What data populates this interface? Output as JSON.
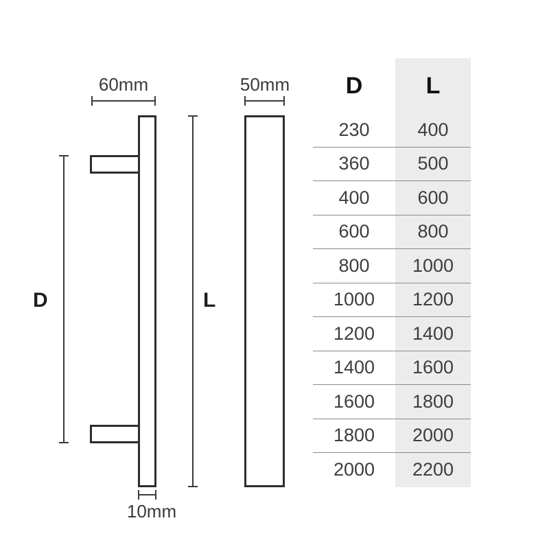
{
  "drawing": {
    "side_view": {
      "top_width_label": "60mm",
      "bottom_thickness_label": "10mm",
      "fixing_distance_label": "D"
    },
    "front_view": {
      "top_width_label": "50mm",
      "overall_length_label": "L"
    },
    "colors": {
      "outline": "#2d2d2d",
      "dimension_line": "#3a3a3a"
    }
  },
  "size_table": {
    "headers": {
      "d": "D",
      "l": "L"
    },
    "rows": [
      {
        "d": "230",
        "l": "400"
      },
      {
        "d": "360",
        "l": "500"
      },
      {
        "d": "400",
        "l": "600"
      },
      {
        "d": "600",
        "l": "800"
      },
      {
        "d": "800",
        "l": "1000"
      },
      {
        "d": "1000",
        "l": "1200"
      },
      {
        "d": "1200",
        "l": "1400"
      },
      {
        "d": "1400",
        "l": "1600"
      },
      {
        "d": "1600",
        "l": "1800"
      },
      {
        "d": "1800",
        "l": "2000"
      },
      {
        "d": "2000",
        "l": "2200"
      }
    ],
    "colors": {
      "l_column_background": "#ececec",
      "row_separator": "#8a8a8a",
      "text": "#3e3e3e"
    }
  }
}
